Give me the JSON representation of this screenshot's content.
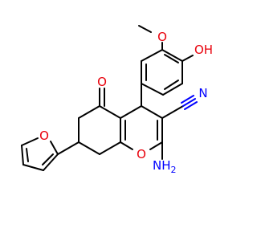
{
  "atom_labels": {
    "methoxy_o": "O",
    "hydroxyl": "OH",
    "ketone_o": "O",
    "nitrile_n": "N",
    "furan_o": "O",
    "pyran_o": "O",
    "amino_n": "NH",
    "amino_h_subscript": "2"
  },
  "colors": {
    "bond": "#000000",
    "oxygen": "#e8000b",
    "nitrogen": "#0000ff",
    "background": "#ffffff"
  }
}
